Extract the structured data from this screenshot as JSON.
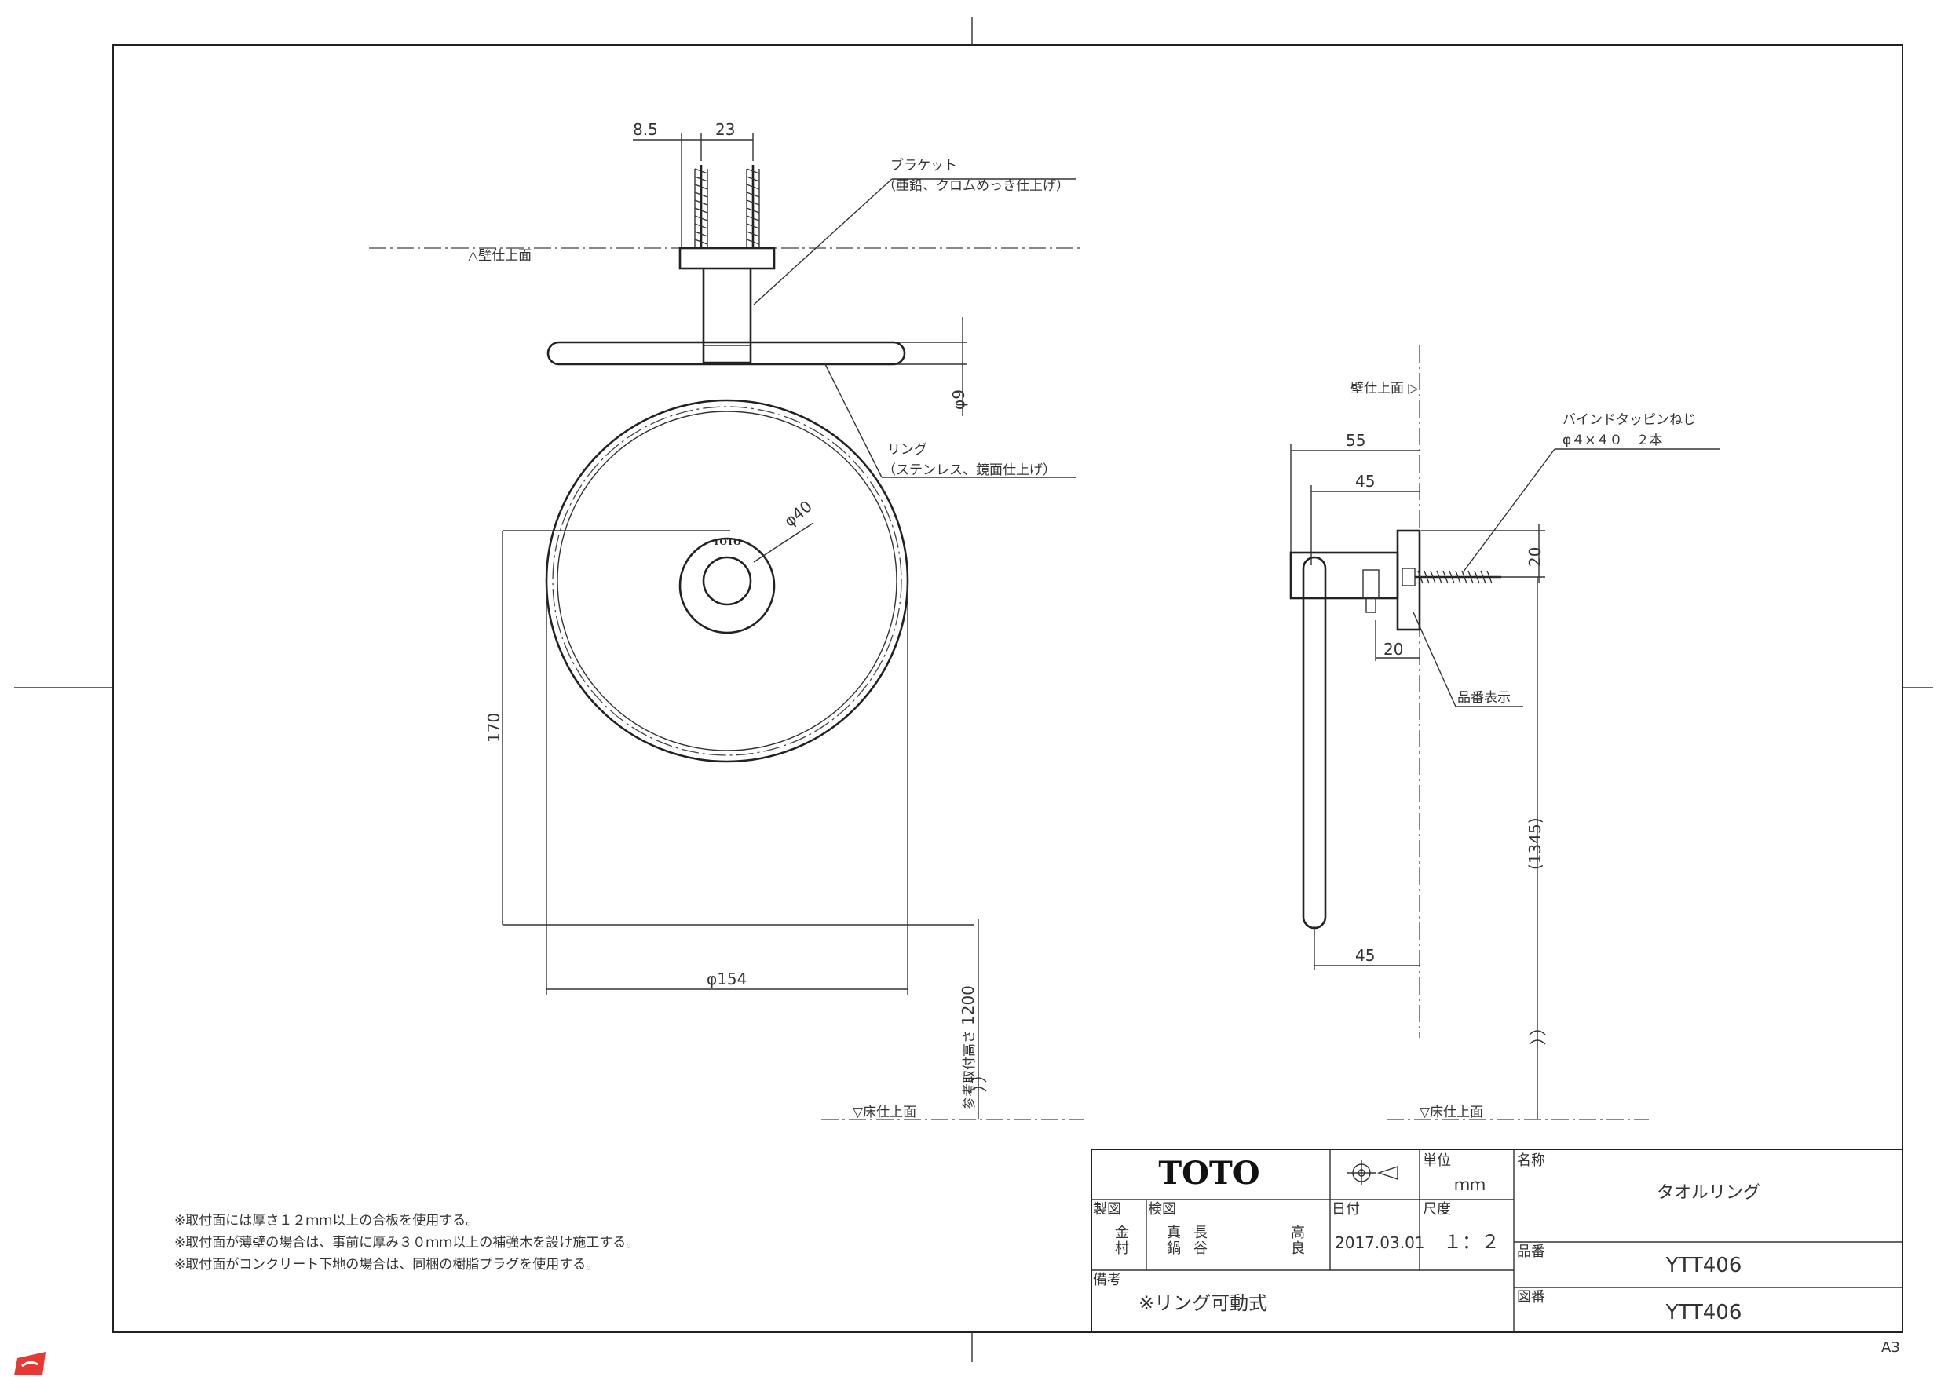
{
  "top_view": {
    "dim_a": "8.5",
    "dim_b": "23",
    "wall_label": "△壁仕上面",
    "bracket_label_1": "ブラケット",
    "bracket_label_2": "（亜鉛、クロムめっき仕上げ）",
    "ring_label_1": "リング",
    "ring_label_2": "（ステンレス、鏡面仕上げ）",
    "dim_ring_dia": "φ9"
  },
  "front_view": {
    "dim_base": "φ40",
    "logo": "TOTO",
    "dim_height": "170",
    "dim_width": "φ154",
    "dim_mount": "1200",
    "mount_label": "参考取付高さ",
    "floor_label": "▽床仕上面"
  },
  "side_view": {
    "wall_label": "壁仕上面 ▷",
    "screw_label_1": "バインドタッピンねじ",
    "screw_label_2": "φ４×４０　２本",
    "dim_55": "55",
    "dim_45_top": "45",
    "dim_20_v": "20",
    "dim_20_h": "20",
    "part_no_label": "品番表示",
    "dim_1345": "(1345)",
    "dim_45_bottom": "45",
    "floor_label": "▽床仕上面"
  },
  "notes": [
    "※取付面には厚さ１２ｍｍ以上の合板を使用する。",
    "※取付面が薄壁の場合は、事前に厚み３０ｍｍ以上の補強木を設け施工する。",
    "※取付面がコンクリート下地の場合は、同梱の樹脂プラグを使用する。"
  ],
  "title_block": {
    "brand": "TOTO",
    "unit_header": "単位",
    "unit_value": "ｍｍ",
    "name_header": "名称",
    "name_value": "タオルリング",
    "drawn_header": "製図",
    "drawn_name_1": "金",
    "drawn_name_2": "村",
    "checked_header": "検図",
    "checked_name_1a": "真",
    "checked_name_1b": "鍋",
    "checked_name_2a": "長",
    "checked_name_2b": "谷",
    "checked_name_3a": "高",
    "checked_name_3b": "良",
    "date_header": "日付",
    "date_value": "2017.03.01",
    "scale_header": "尺度",
    "scale_value": "１：２",
    "product_no_header": "品番",
    "product_no_value": "YTT406",
    "remarks_header": "備考",
    "remarks_value": "※リング可動式",
    "drawing_no_header": "図番",
    "drawing_no_value": "YTT406"
  },
  "sheet_size": "A3"
}
